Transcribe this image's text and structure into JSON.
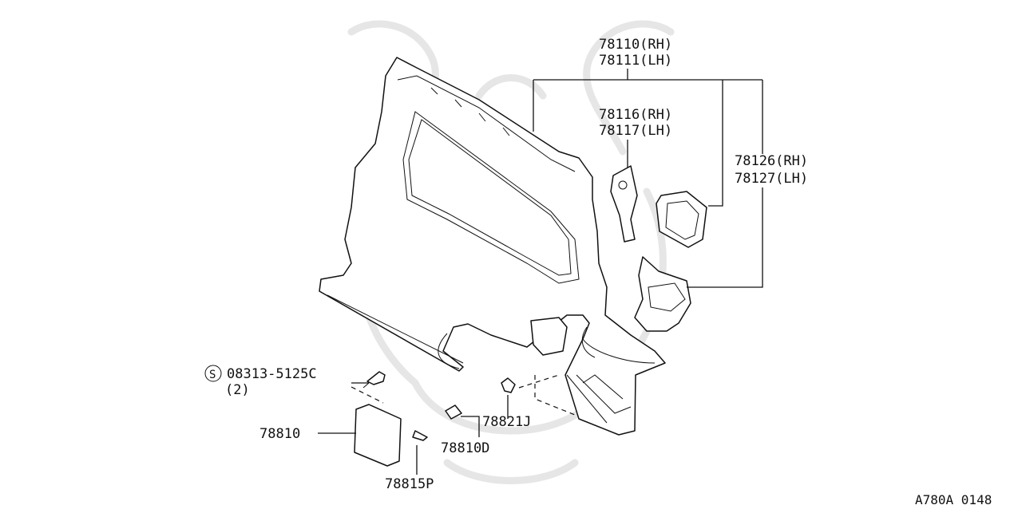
{
  "labels": {
    "p78110": "78110(RH)",
    "p78111": "78111(LH)",
    "p78116": "78116(RH)",
    "p78117": "78117(LH)",
    "p78126": "78126(RH)",
    "p78127": "78127(LH)",
    "bolt_symbol": "S",
    "bolt": "08313-5125C",
    "bolt_qty": "(2)",
    "p78810": "78810",
    "p78810D": "78810D",
    "p78815P": "78815P",
    "p78821J": "78821J",
    "ref_code": "A780A 0148"
  },
  "icons": [
    "watermark-emblem",
    "rear-fender-panel",
    "filler-lid",
    "bolt",
    "bumper-stop",
    "hinge",
    "lid-opener-cable",
    "fuel-filler-box",
    "inner-pillar"
  ],
  "colors": {
    "line": "#111111",
    "watermark": "#e6e6e6",
    "background": "#ffffff"
  }
}
